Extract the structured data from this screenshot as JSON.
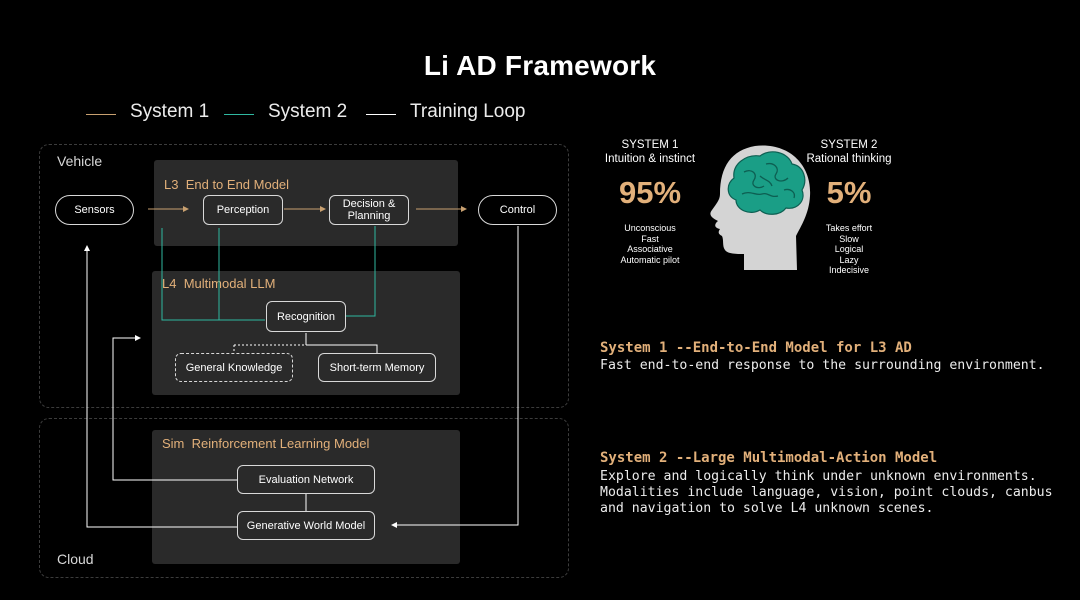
{
  "title": "Li AD Framework",
  "legend": [
    {
      "label": "System 1",
      "color": "#c8a070"
    },
    {
      "label": "System 2",
      "color": "#2fb8a0"
    },
    {
      "label": "Training Loop",
      "color": "#ffffff"
    }
  ],
  "zones": {
    "vehicle": "Vehicle",
    "cloud": "Cloud"
  },
  "panels": {
    "l3": {
      "level": "L3",
      "name": "End to End Model"
    },
    "l4": {
      "level": "L4",
      "name": "Multimodal LLM"
    },
    "sim": {
      "level": "Sim",
      "name": "Reinforcement Learning Model"
    }
  },
  "nodes": {
    "sensors": "Sensors",
    "perception": "Perception",
    "decision_line1": "Decision &",
    "decision_line2": "Planning",
    "control": "Control",
    "recognition": "Recognition",
    "general_knowledge": "General Knowledge",
    "short_term_memory": "Short-term Memory",
    "evaluation_network": "Evaluation Network",
    "generative_world_model": "Generative World Model"
  },
  "system1": {
    "heading": "SYSTEM 1",
    "subtitle": "Intuition & instinct",
    "percent": "95%",
    "traits": [
      "Unconscious",
      "Fast",
      "Associative",
      "Automatic pilot"
    ]
  },
  "system2": {
    "heading": "SYSTEM 2",
    "subtitle": "Rational thinking",
    "percent": "5%",
    "traits": [
      "Takes effort",
      "Slow",
      "Logical",
      "Lazy",
      "Indecisive"
    ]
  },
  "descriptions": {
    "s1_title": "System 1 --End-to-End Model for L3 AD",
    "s1_lines": [
      "Fast end-to-end response to the surrounding environment."
    ],
    "s2_title": "System 2 --Large Multimodal-Action Model",
    "s2_lines": [
      "Explore and logically think under unknown environments.",
      "Modalities include language, vision, point clouds, canbus",
      "and navigation to solve L4 unknown scenes."
    ]
  },
  "colors": {
    "accent_gold": "#e2b07a",
    "system1_line": "#c8a070",
    "system2_line": "#2fb8a0",
    "training_line": "#ffffff",
    "panel_bg": "#2a2a2a",
    "brain": "#1a9e86",
    "head": "#d4d4d4"
  }
}
